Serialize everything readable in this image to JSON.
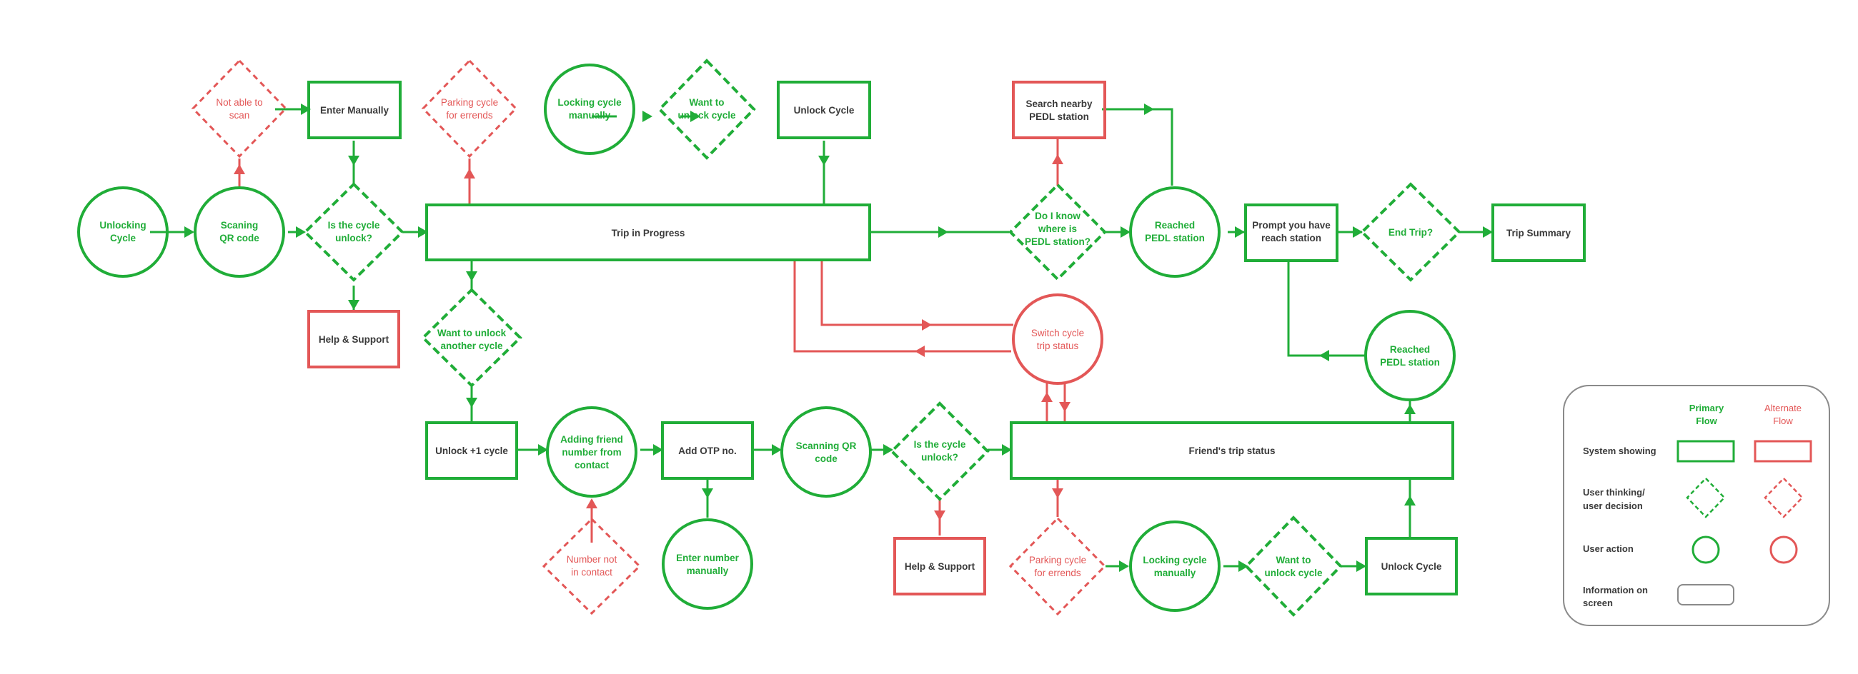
{
  "colors": {
    "primary": "#20ad38",
    "alternate": "#e35757",
    "text_dark": "#3a3a3a",
    "legend_border": "#8a8a8a"
  },
  "nodes": {
    "unlocking_cycle": [
      "Unlocking",
      "Cycle"
    ],
    "scaning_qr": [
      "Scaning",
      "QR code"
    ],
    "not_able_to_scan": [
      "Not able to",
      "scan"
    ],
    "enter_manually": [
      "Enter Manually"
    ],
    "is_cycle_unlock_1": [
      "Is the cycle",
      "unlock?"
    ],
    "help_support_1": [
      "Help & Support"
    ],
    "parking_cycle_1": [
      "Parking cycle",
      "for errends"
    ],
    "locking_manually_1": [
      "Locking cycle",
      "manually"
    ],
    "want_unlock_1": [
      "Want to",
      "unlock cycle"
    ],
    "unlock_cycle_1": [
      "Unlock Cycle"
    ],
    "trip_in_progress": [
      "Trip in Progress"
    ],
    "want_unlock_another": [
      "Want to unlock",
      "another cycle"
    ],
    "search_nearby": [
      "Search nearby",
      "PEDL station"
    ],
    "do_i_know": [
      "Do I know",
      "where is",
      "PEDL station?"
    ],
    "reached_pedl_1": [
      "Reached",
      "PEDL station"
    ],
    "prompt_reach": [
      "Prompt you have",
      "reach station"
    ],
    "end_trip": [
      "End Trip?"
    ],
    "trip_summary": [
      "Trip Summary"
    ],
    "switch_status": [
      "Switch cycle",
      "trip status"
    ],
    "reached_pedl_2": [
      "Reached",
      "PEDL station"
    ],
    "unlock_plus_one": [
      "Unlock +1 cycle"
    ],
    "adding_friend": [
      "Adding friend",
      "number from",
      "contact"
    ],
    "add_otp": [
      "Add OTP no."
    ],
    "scanning_qr_2": [
      "Scanning QR",
      "code"
    ],
    "is_cycle_unlock_2": [
      "Is the cycle",
      "unlock?"
    ],
    "friends_trip": [
      "Friend's trip status"
    ],
    "number_not_contact": [
      "Number not",
      "in contact"
    ],
    "enter_number_manually": [
      "Enter number",
      "manually"
    ],
    "help_support_2": [
      "Help & Support"
    ],
    "parking_cycle_2": [
      "Parking cycle",
      "for errends"
    ],
    "locking_manually_2": [
      "Locking cycle",
      "manually"
    ],
    "want_unlock_2": [
      "Want to",
      "unlock cycle"
    ],
    "unlock_cycle_2": [
      "Unlock Cycle"
    ]
  },
  "legend": {
    "primary_flow": [
      "Primary",
      "Flow"
    ],
    "alternate_flow": [
      "Alternate",
      "Flow"
    ],
    "rows": {
      "system_showing": [
        "System showing"
      ],
      "user_thinking": [
        "User thinking/",
        "user decision"
      ],
      "user_action": [
        "User action"
      ],
      "information": [
        "Information on",
        "screen"
      ]
    }
  }
}
